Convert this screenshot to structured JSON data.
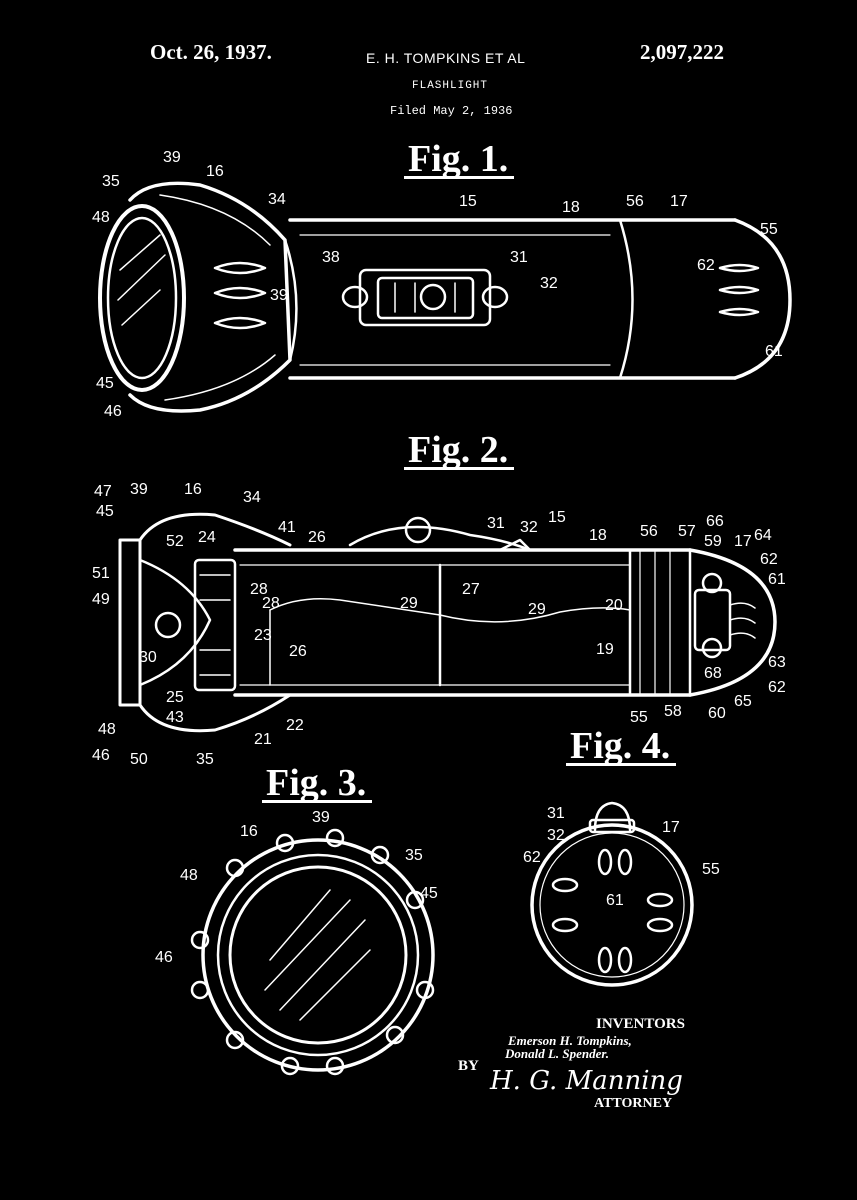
{
  "header": {
    "date": "Oct. 26, 1937.",
    "inventor": "E. H. TOMPKINS ET AL",
    "patent_number": "2,097,222",
    "title": "FLASHLIGHT",
    "filed": "Filed May 2, 1936"
  },
  "figures": {
    "fig1": "Fig. 1.",
    "fig2": "Fig. 2.",
    "fig3": "Fig. 3.",
    "fig4": "Fig. 4."
  },
  "labels": {
    "fig1": [
      "39",
      "16",
      "35",
      "34",
      "48",
      "15",
      "18",
      "56",
      "17",
      "55",
      "38",
      "31",
      "32",
      "62",
      "39",
      "61",
      "45",
      "46"
    ],
    "fig2": [
      "47",
      "39",
      "16",
      "34",
      "45",
      "52",
      "24",
      "41",
      "26",
      "31",
      "32",
      "15",
      "18",
      "56",
      "57",
      "66",
      "59",
      "17",
      "64",
      "62",
      "51",
      "28",
      "27",
      "61",
      "49",
      "28",
      "29",
      "29",
      "20",
      "23",
      "26",
      "19",
      "30",
      "63",
      "68",
      "62",
      "25",
      "43",
      "22",
      "55",
      "58",
      "60",
      "65",
      "48",
      "21",
      "46",
      "50",
      "35"
    ],
    "fig3": [
      "39",
      "16",
      "35",
      "48",
      "45",
      "46"
    ],
    "fig4": [
      "31",
      "32",
      "17",
      "62",
      "55",
      "61"
    ]
  },
  "signature": {
    "inventors_label": "INVENTORS",
    "name1": "Emerson H. Tompkins,",
    "name2": "Donald L. Spender.",
    "by": "BY",
    "signer": "H. G. Manning",
    "attorney_label": "ATTORNEY"
  }
}
